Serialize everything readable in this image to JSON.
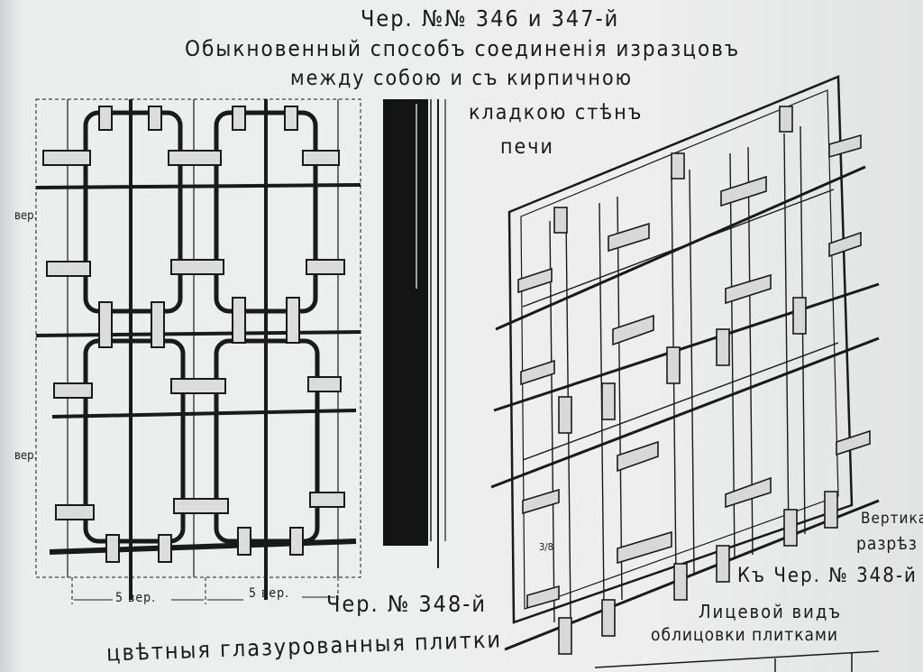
{
  "title": {
    "line1": "Чер. №№ 346 и 347-й",
    "line2": "Обыкновенный способъ соединенія изразцовъ",
    "line3": "между собою и съ кирпичною",
    "line4": "кладкою стѣнъ",
    "line5": "печи"
  },
  "left_drawing": {
    "side_label_1": "вер.",
    "side_label_2": "вер.",
    "dimension_1": "5 вер.",
    "dimension_2": "5 вер.",
    "caption": "Чер. № 348-й",
    "subcaption": "цвѣтныя глазурованныя плитки"
  },
  "right_drawing": {
    "fraction_label": "3/8",
    "reference": "Къ Чер. № 348-й",
    "caption_line1": "Лицевой видъ",
    "caption_line2": "облицовки плитками",
    "side_text_1": "Вертика",
    "side_text_2": "разрѣз"
  }
}
